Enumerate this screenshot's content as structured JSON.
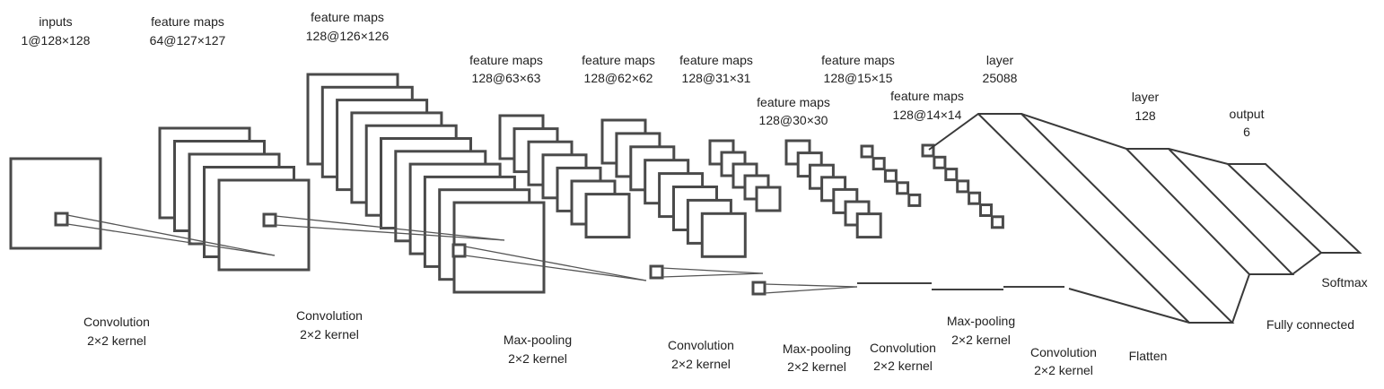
{
  "top_labels": [
    {
      "title": "inputs",
      "dims": "1@128×128"
    },
    {
      "title": "feature maps",
      "dims": "64@127×127"
    },
    {
      "title": "feature maps",
      "dims": "128@126×126"
    },
    {
      "title": "feature maps",
      "dims": "128@63×63"
    },
    {
      "title": "feature maps",
      "dims": "128@62×62"
    },
    {
      "title": "feature maps",
      "dims": "128@31×31"
    },
    {
      "title": "feature maps",
      "dims": "128@30×30"
    },
    {
      "title": "feature maps",
      "dims": "128@15×15"
    },
    {
      "title": "feature maps",
      "dims": "128@14×14"
    },
    {
      "title": "layer",
      "dims": "25088"
    },
    {
      "title": "layer",
      "dims": "128"
    },
    {
      "title": "output",
      "dims": "6"
    }
  ],
  "bottom_labels": [
    {
      "line1": "Convolution",
      "line2": "2×2 kernel"
    },
    {
      "line1": "Convolution",
      "line2": "2×2 kernel"
    },
    {
      "line1": "Max-pooling",
      "line2": "2×2 kernel"
    },
    {
      "line1": "Convolution",
      "line2": "2×2 kernel"
    },
    {
      "line1": "Max-pooling",
      "line2": "2×2 kernel"
    },
    {
      "line1": "Convolution",
      "line2": "2×2 kernel"
    },
    {
      "line1": "Max-pooling",
      "line2": "2×2 kernel"
    },
    {
      "line1": "Convolution",
      "line2": "2×2 kernel"
    },
    {
      "line1": "Flatten",
      "line2": ""
    },
    {
      "line1": "Fully connected",
      "line2": ""
    },
    {
      "line1": "Softmax",
      "line2": ""
    }
  ]
}
